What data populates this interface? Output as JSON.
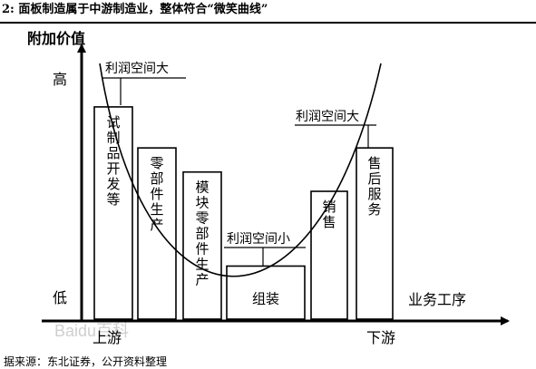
{
  "title": "2:  面板制造属于中游制造业，整体符合“微笑曲线”",
  "source": "据来源：东北证券，公开资料整理",
  "diagram": {
    "y_axis_label": "附加价值",
    "y_high": "高",
    "y_low": "低",
    "x_axis_label": "业务工序",
    "x_upstream": "上游",
    "x_downstream": "下游",
    "stages": [
      {
        "label": "试制品开发等",
        "value": 0.88
      },
      {
        "label": "零部件生产",
        "value": 0.71
      },
      {
        "label": "模块零部件生产",
        "value": 0.61
      },
      {
        "label": "组装",
        "value": 0.22
      },
      {
        "label": "销售",
        "value": 0.53
      },
      {
        "label": "售后服务",
        "value": 0.71
      }
    ],
    "annotations": [
      "利润空间大",
      "利润空间小",
      "利润空间大"
    ],
    "watermark": "Baidu百科"
  }
}
